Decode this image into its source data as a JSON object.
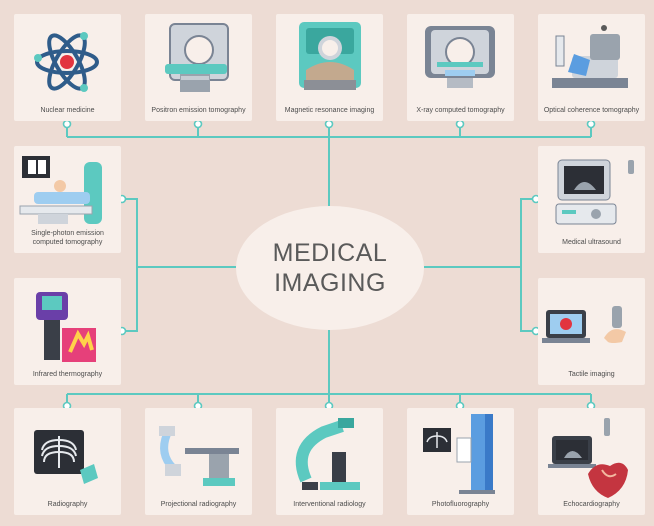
{
  "title": "MEDICAL IMAGING",
  "colors": {
    "background": "#eddcd4",
    "card": "#f8efea",
    "connector": "#5cc9c0",
    "text": "#4d4d4d"
  },
  "modalities": {
    "nuclear_medicine": "Nuclear medicine",
    "pet": "Positron emission tomography",
    "mri": "Magnetic resonance imaging",
    "ct": "X-ray computed tomography",
    "oct": "Optical coherence tomography",
    "spect": "Single-photon emission computed tomography",
    "ultrasound": "Medical ultrasound",
    "thermography": "Infrared thermography",
    "tactile": "Tactile imaging",
    "radiography": "Radiography",
    "projectional": "Projectional radiography",
    "interventional": "Interventional radiology",
    "photofluorography": "Photofluorography",
    "echocardiography": "Echocardiography"
  }
}
